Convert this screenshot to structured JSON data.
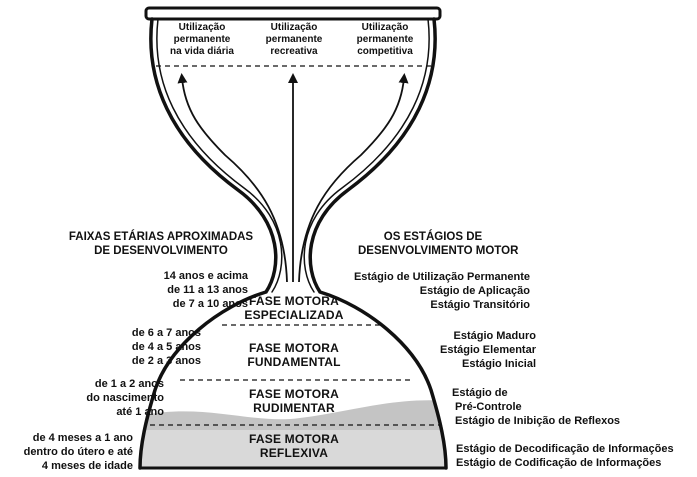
{
  "top_labels": [
    [
      "Utilização",
      "permanente",
      "na vida diária"
    ],
    [
      "Utilização",
      "permanente",
      "recreativa"
    ],
    [
      "Utilização",
      "permanente",
      "competitiva"
    ]
  ],
  "headers": {
    "left": [
      "FAIXAS ETÁRIAS APROXIMADAS",
      "DE DESENVOLVIMENTO"
    ],
    "right": [
      "OS ESTÁGIOS DE",
      "DESENVOLVIMENTO MOTOR"
    ]
  },
  "phases": [
    [
      "FASE MOTORA",
      "ESPECIALIZADA"
    ],
    [
      "FASE MOTORA",
      "FUNDAMENTAL"
    ],
    [
      "FASE MOTORA",
      "RUDIMENTAR"
    ],
    [
      "FASE MOTORA",
      "REFLEXIVA"
    ]
  ],
  "ages": {
    "specialized": [
      "14 anos e acima",
      "de 11 a 13 anos",
      "de 7 a 10 anos"
    ],
    "fundamental": [
      "de 6 a 7 anos",
      "de 4 a 5 anos",
      "de 2 a 3 anos"
    ],
    "rudimentary": [
      "de 1 a 2 anos",
      "do nascimento",
      "até 1 ano"
    ],
    "reflexive": [
      "de 4 meses a 1 ano",
      "dentro do útero e até",
      "4 meses de idade"
    ]
  },
  "stages": {
    "specialized": [
      "Estágio de Utilização Permanente",
      "Estágio de Aplicação",
      "Estágio Transitório"
    ],
    "fundamental": [
      "Estágio Maduro",
      "Estágio Elementar",
      "Estágio Inicial"
    ],
    "rudimentary": [
      "Estágio de",
      "Pré-Controle",
      "Estágio de Inibição de Reflexos"
    ],
    "reflexive": [
      "Estágio de Decodificação de Informações",
      "Estágio de Codificação de Informações"
    ]
  },
  "colors": {
    "outline": "#111111",
    "sand": "#d9d9d9",
    "sand_wave": "#bfbfbf"
  }
}
